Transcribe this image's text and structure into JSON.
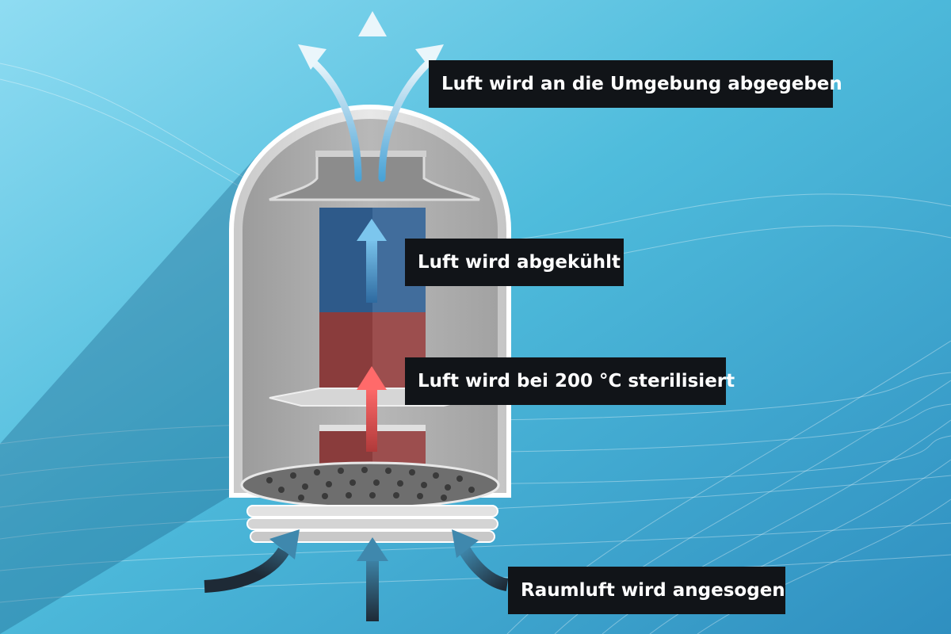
{
  "labels": {
    "exhaust": "Luft wird an die Umgebung abgegeben",
    "cooled": "Luft wird abgekühlt",
    "sterilized": "Luft wird bei 200 °C sterilisiert",
    "intake": "Raumluft wird angesogen"
  },
  "colors": {
    "background": "#4cb6d8",
    "label_bg": "#111418",
    "label_text": "#ffffff",
    "cool_zone": "#2e5a8a",
    "hot_zone": "#8a3c3c",
    "cool_arrow": "#5fb2e0",
    "hot_arrow": "#f05a5a",
    "intake_arrow": "#2f6f8f"
  }
}
